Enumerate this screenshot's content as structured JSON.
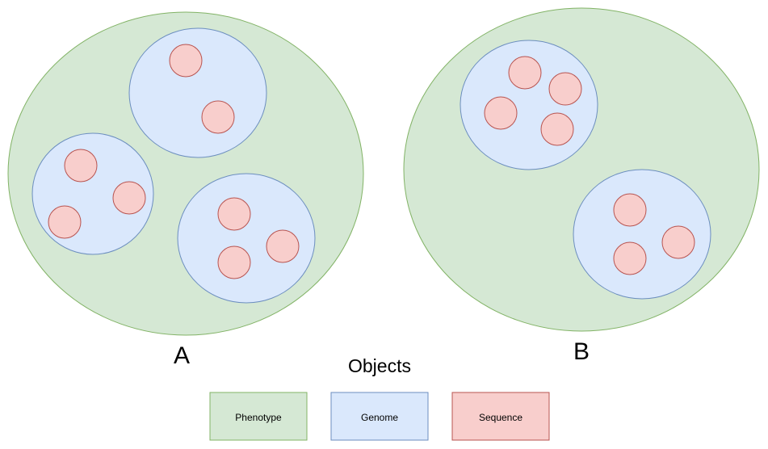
{
  "labels": {
    "group_a": "A",
    "group_b": "B",
    "legend_title": "Objects"
  },
  "legend": [
    {
      "label": "Phenotype"
    },
    {
      "label": "Genome"
    },
    {
      "label": "Sequence"
    }
  ],
  "colors": {
    "phenotype_fill": "#d5e8d4",
    "phenotype_stroke": "#82b366",
    "genome_fill": "#dae8fc",
    "genome_stroke": "#6c8ebf",
    "sequence_fill": "#f8cecc",
    "sequence_stroke": "#b85450"
  },
  "structure": {
    "phenotype_a": {
      "genome_sequence_counts": [
        2,
        3,
        3
      ]
    },
    "phenotype_b": {
      "genome_sequence_counts": [
        4,
        3
      ]
    }
  }
}
